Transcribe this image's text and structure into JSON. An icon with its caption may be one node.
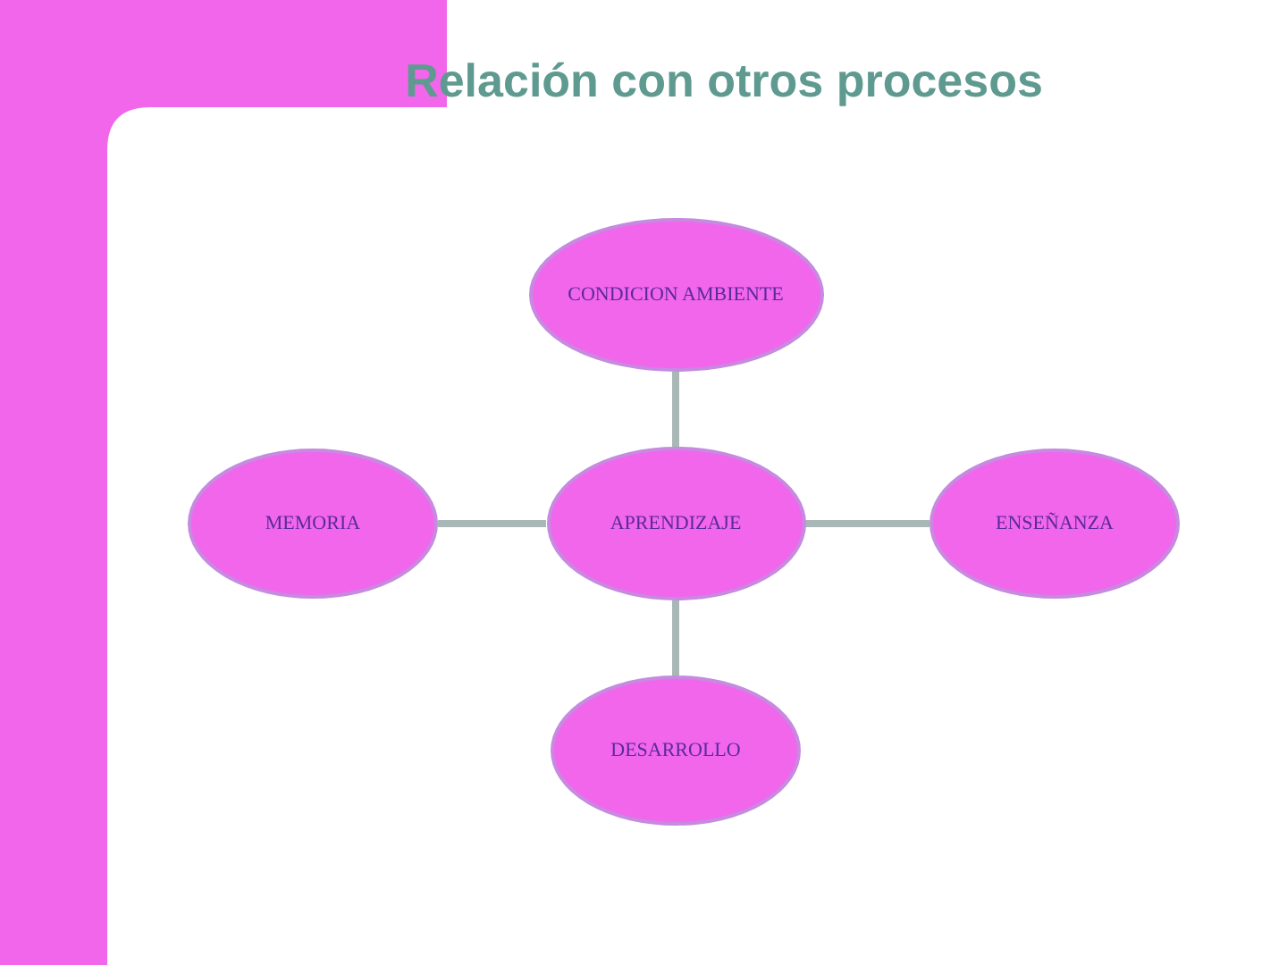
{
  "diagram": {
    "title": "Relación con otros procesos",
    "nodes": [
      {
        "text": [
          "CONDICION AMBIENTE"
        ]
      },
      {
        "text": [
          "MEMORIA"
        ]
      },
      {
        "text": [
          "APRENDIZAJE"
        ]
      },
      {
        "text": [
          "ENSEÑANZA"
        ]
      },
      {
        "text": [
          "DESARROLLO"
        ]
      }
    ],
    "edges": [
      {
        "from": 2,
        "to": 0,
        "arrow": "none"
      },
      {
        "from": 1,
        "to": 2,
        "arrow": "none"
      },
      {
        "from": 2,
        "to": 3,
        "arrow": "none"
      },
      {
        "from": 2,
        "to": 4,
        "arrow": "none"
      }
    ]
  }
}
